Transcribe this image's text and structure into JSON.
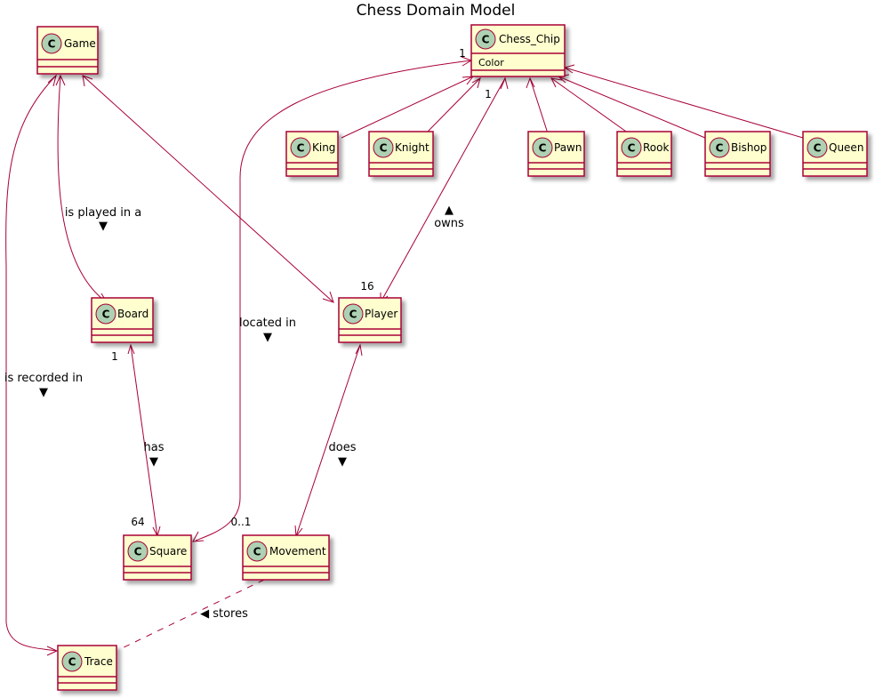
{
  "title": "Chess Domain Model",
  "stereotype_glyph": "C",
  "classes": {
    "game": {
      "name": "Game"
    },
    "chess_chip": {
      "name": "Chess_Chip",
      "attribute": "Color"
    },
    "king": {
      "name": "King"
    },
    "knight": {
      "name": "Knight"
    },
    "pawn": {
      "name": "Pawn"
    },
    "rook": {
      "name": "Rook"
    },
    "bishop": {
      "name": "Bishop"
    },
    "queen": {
      "name": "Queen"
    },
    "board": {
      "name": "Board"
    },
    "player": {
      "name": "Player"
    },
    "square": {
      "name": "Square"
    },
    "movement": {
      "name": "Movement"
    },
    "trace": {
      "name": "Trace"
    }
  },
  "associations": {
    "game_board": {
      "label": "is played in a",
      "direction": "▼"
    },
    "chip_player": {
      "label": "owns",
      "direction": "▲"
    },
    "chip_square": {
      "label": "located in",
      "direction": "▼"
    },
    "game_trace": {
      "label": "is recorded in",
      "direction": "▼"
    },
    "board_square": {
      "label": "has",
      "direction": "▼"
    },
    "player_movement": {
      "label": "does",
      "direction": "▼"
    },
    "movement_trace": {
      "label": "◀ stores"
    }
  },
  "multiplicities": {
    "chip_square_chip_end": "1",
    "chip_player_chip_end": "1",
    "chip_player_player_end": "16",
    "board_end": "1",
    "square_end": "64",
    "movement_end": "0..1"
  },
  "colors": {
    "class_fill": "#FEFECE",
    "border": "#A80036",
    "stereotype_circle": "#ADD1B2"
  }
}
